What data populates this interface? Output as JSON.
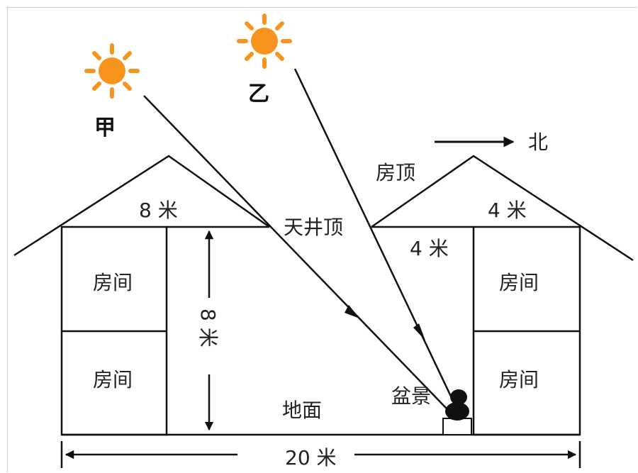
{
  "labels": {
    "sun_jia": "甲",
    "sun_yi": "乙",
    "north": "北",
    "roof": "房顶",
    "eave_left": "8 米",
    "eave_right": "4 米",
    "patio_top": "天井顶",
    "patio_width": "4 米",
    "height": "8 米",
    "room_tl": "房间",
    "room_bl": "房间",
    "room_tr": "房间",
    "room_br": "房间",
    "ground": "地面",
    "bonsai": "盆景",
    "width": "20 米"
  },
  "colors": {
    "line": "#111111",
    "sun_core": "#f7941d",
    "sun_ray": "#f7941d"
  },
  "icons": {
    "sun_jia": "sun-icon",
    "sun_yi": "sun-icon",
    "north_arrow": "arrow-right-icon",
    "bonsai": "potted-plant-icon"
  }
}
